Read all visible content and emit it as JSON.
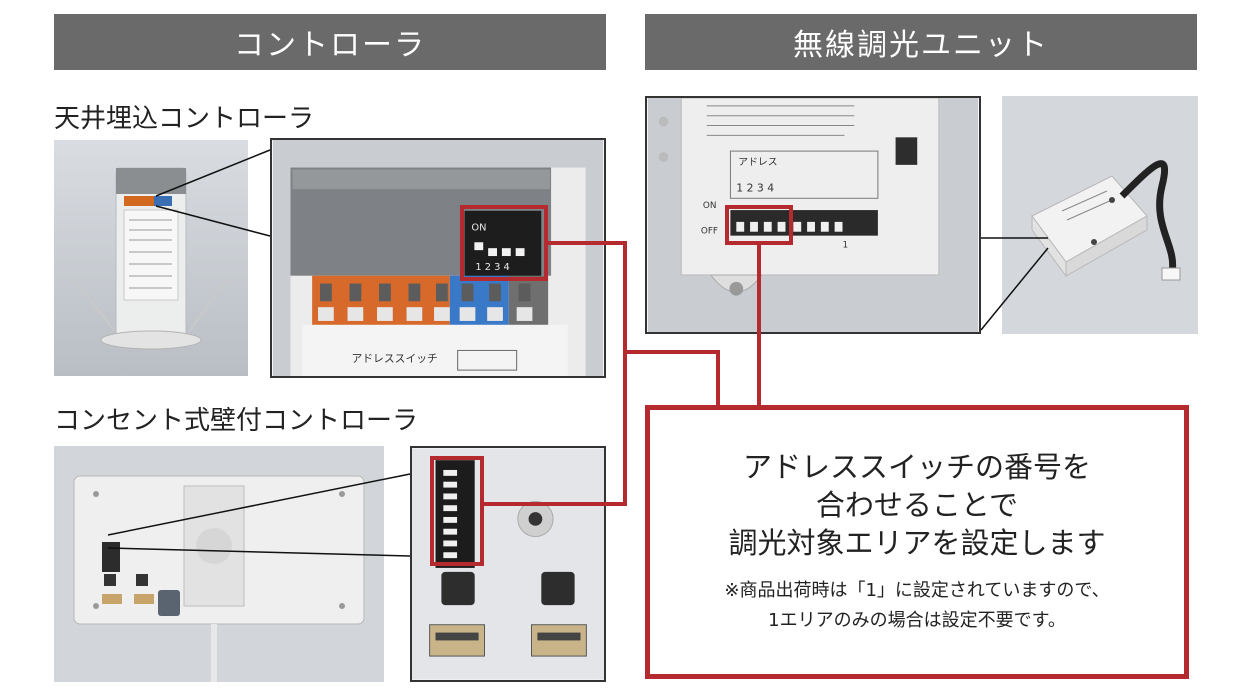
{
  "sections": {
    "controller_title": "コントローラ",
    "wireless_title": "無線調光ユニット"
  },
  "subheads": {
    "ceiling": "天井埋込コントローラ",
    "wall": "コンセント式壁付コントローラ"
  },
  "photo_labels": {
    "dip_on": "ON",
    "dip_off": "OFF",
    "dip_numbers": "1 2 3 4",
    "address_switch": "アドレススイッチ",
    "wireless_address": "アドレス",
    "wireless_digits": "1 2 3 4",
    "wireless_one": "1"
  },
  "callout": {
    "line1": "アドレススイッチの番号を",
    "line2": "合わせることで",
    "line3": "調光対象エリアを設定します",
    "note1": "※商品出荷時は「1」に設定されていますので、",
    "note2": "1エリアのみの場合は設定不要です。"
  },
  "colors": {
    "banner": "#6a6a6a",
    "highlight_red": "#b42a2f",
    "background": "#ffffff"
  }
}
